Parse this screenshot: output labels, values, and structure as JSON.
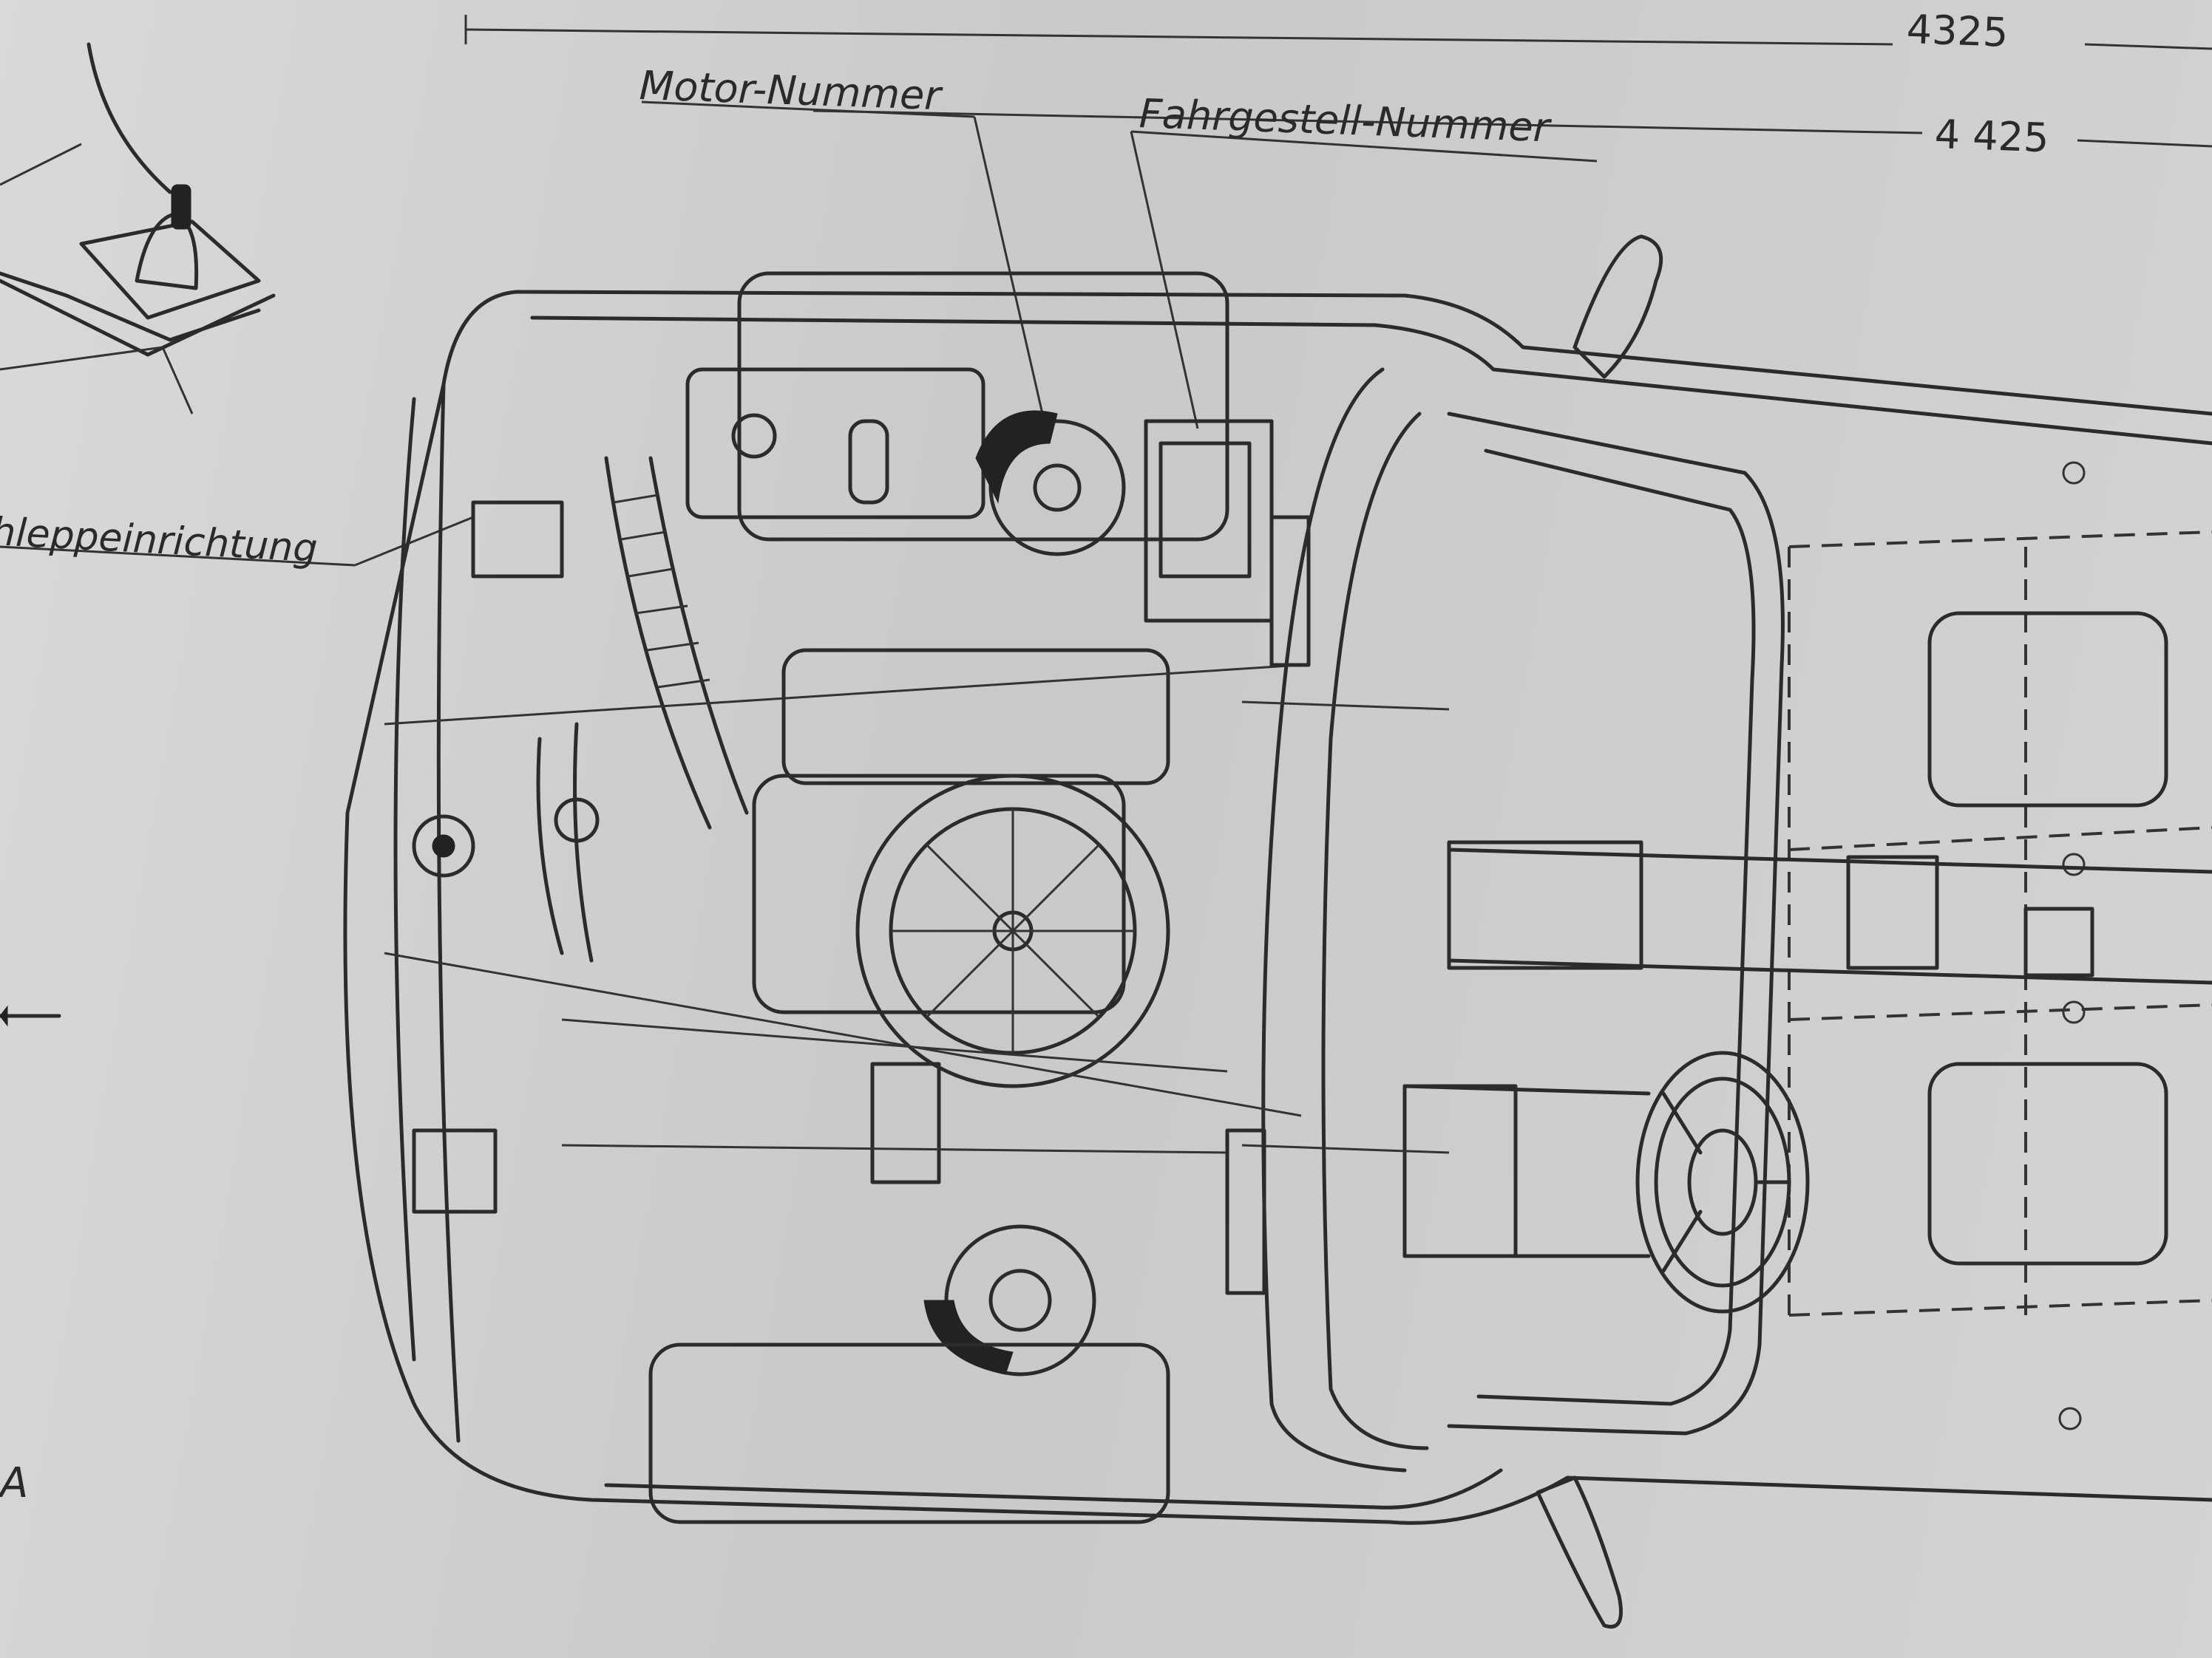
{
  "labels": {
    "motor_number": "Motor-Nummer",
    "chassis_number": "Fahrgestell-Nummer",
    "towing_device": "hleppeinrichtung",
    "view_letter": "A"
  },
  "dimensions": {
    "upper": "4325",
    "lower": "4 425"
  }
}
